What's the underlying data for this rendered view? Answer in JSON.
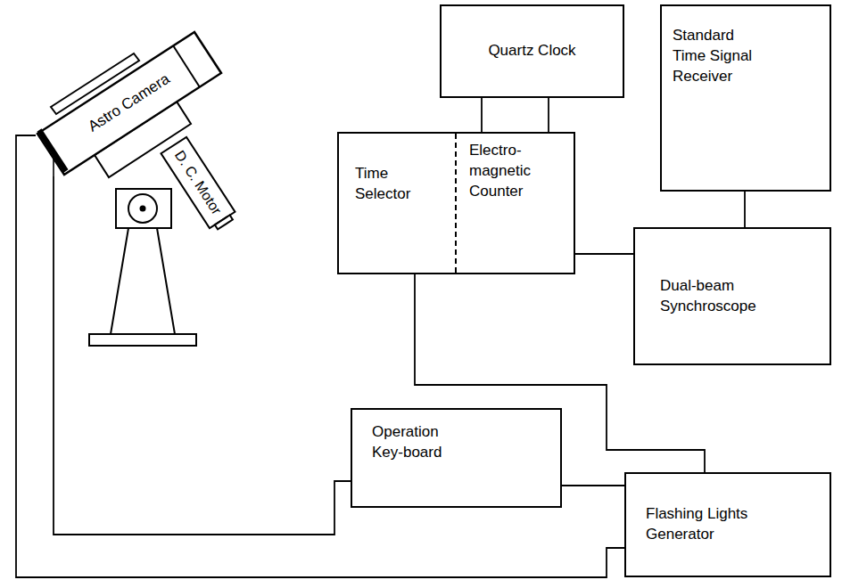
{
  "diagram": {
    "nodes": [
      {
        "text": [
          "Quartz Clock"
        ]
      },
      {
        "text": [
          "Standard Time Signal Receiver"
        ]
      },
      {
        "text": [
          "Time Selector",
          "Electro- magnetic Counter"
        ]
      },
      {
        "text": [
          "Dual-beam Synchroscope"
        ]
      },
      {
        "text": [
          "Astro Camera"
        ]
      },
      {
        "text": [
          "Operation Key-board"
        ]
      },
      {
        "text": [
          "Flashing Lights Generator"
        ]
      }
    ],
    "edges": [
      {
        "from": 0,
        "to": 2,
        "arrow": "none"
      },
      {
        "from": 0,
        "to": 2,
        "arrow": "none"
      },
      {
        "from": 1,
        "to": 3,
        "arrow": "none"
      },
      {
        "from": 2,
        "to": 3,
        "arrow": "none"
      },
      {
        "from": 2,
        "to": 6,
        "arrow": "none"
      },
      {
        "from": 5,
        "to": 6,
        "arrow": "none"
      },
      {
        "from": 4,
        "to": 5,
        "arrow": "none"
      },
      {
        "from": 4,
        "to": 6,
        "arrow": "none"
      }
    ],
    "labels": [
      "D. C. Motor"
    ]
  }
}
